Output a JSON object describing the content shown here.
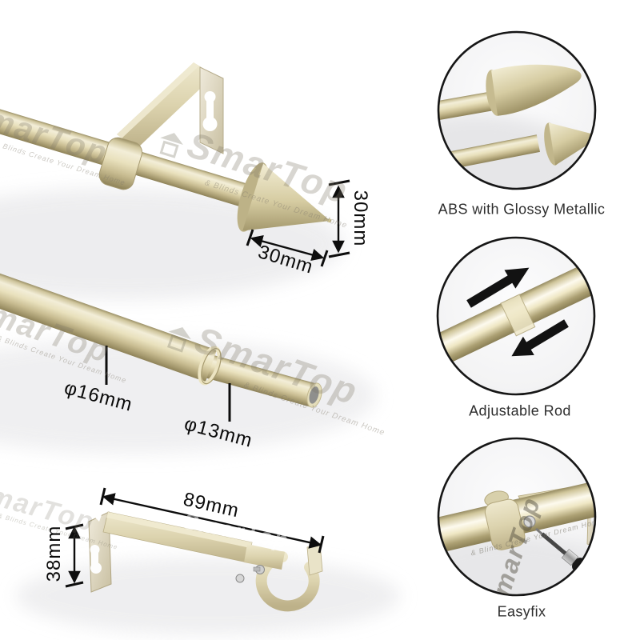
{
  "brand": {
    "watermark": "SmarTop",
    "tagline": "& Blinds Create Your Dream Home"
  },
  "dimensions": {
    "finial_height": "30mm",
    "finial_length": "30mm",
    "rod_outer_diameter": "φ16mm",
    "rod_inner_diameter": "φ13mm",
    "bracket_width": "89mm",
    "bracket_height": "38mm"
  },
  "callouts": [
    {
      "caption": "ABS with Glossy Metallic"
    },
    {
      "caption": "Adjustable Rod"
    },
    {
      "caption": "Easyfix"
    }
  ],
  "colors": {
    "champagne": "#d9d0a8",
    "champagne_light": "#f4efd8",
    "champagne_dark": "#a69a6e",
    "dimension_ink": "#111111",
    "caption_text": "#2e2e2e"
  }
}
